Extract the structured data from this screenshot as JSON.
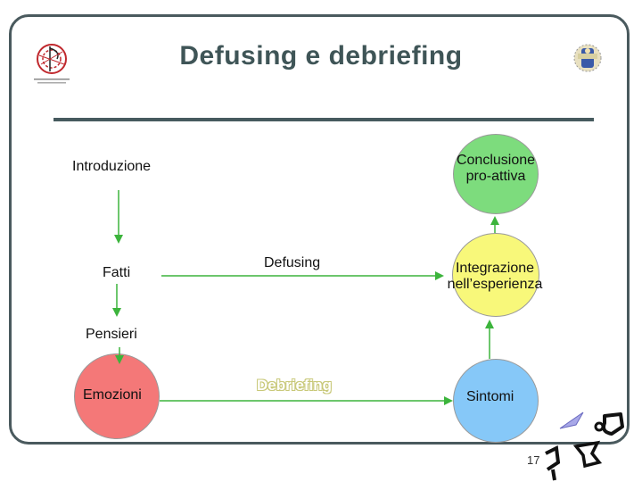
{
  "title": "Defusing e debriefing",
  "labels": {
    "introduzione": "Introduzione",
    "fatti": "Fatti",
    "pensieri": "Pensieri",
    "emozioni": "Emozioni",
    "defusing": "Defusing",
    "debriefing": "Debriefing",
    "conclusione_line1": "Conclusione",
    "conclusione_line2": "pro-attiva",
    "integrazione_line1": "Integrazione",
    "integrazione_line2": "nell’esperienza",
    "sintomi": "Sintomi"
  },
  "page_number": "17",
  "colors": {
    "title": "#3f5557",
    "frame": "#4a5a5e",
    "arrow": "#3cb43c",
    "conclusione_fill": "#7ddc7d",
    "integrazione_fill": "#f8f87a",
    "sintomi_fill": "#86c8f8",
    "emozioni_fill": "#f47878"
  },
  "icons": {
    "left_logo": "institution-seal-icon",
    "right_logo": "figure-badge-icon",
    "doodles": "decorative-doodle-icon"
  }
}
